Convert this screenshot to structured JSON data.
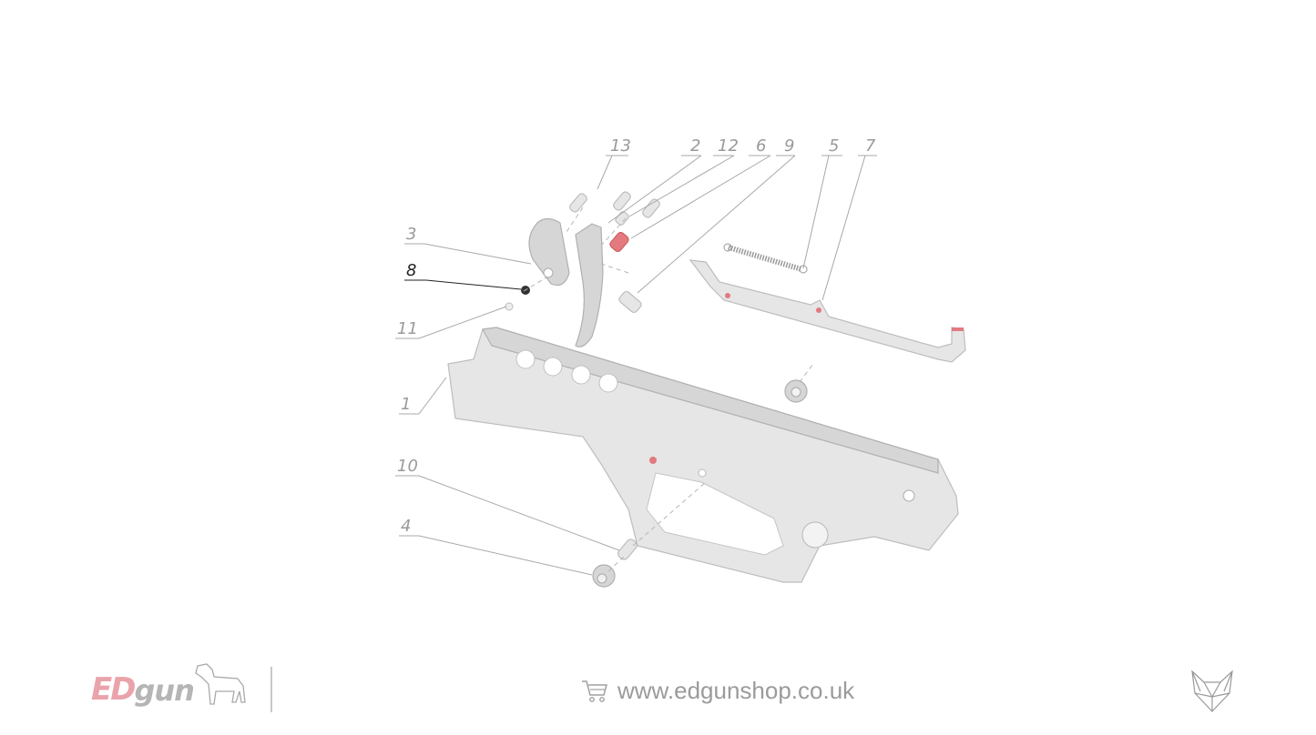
{
  "diagram": {
    "part_labels": {
      "p1": "1",
      "p2": "2",
      "p3": "3",
      "p4": "4",
      "p5": "5",
      "p6": "6",
      "p7": "7",
      "p8": "8",
      "p9": "9",
      "p10": "10",
      "p11": "11",
      "p12": "12",
      "p13": "13"
    },
    "accent_color": "#e27a7f"
  },
  "footer": {
    "logo": {
      "text_ed": "ED",
      "text_gun": "gun"
    },
    "shop_url": "www.edgunshop.co.uk",
    "cart_icon": "shopping-cart-icon",
    "wolf_icon": "wolf-head-icon"
  }
}
